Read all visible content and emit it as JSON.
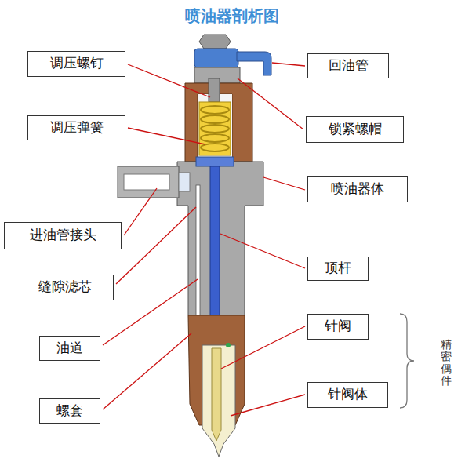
{
  "diagram": {
    "title": "喷油器剖析图",
    "nodes": [
      {
        "text": [
          "调压螺钉"
        ]
      },
      {
        "text": [
          "回油管"
        ]
      },
      {
        "text": [
          "调压弹簧"
        ]
      },
      {
        "text": [
          "锁紧螺帽"
        ]
      },
      {
        "text": [
          "喷油器体"
        ]
      },
      {
        "text": [
          "进油管接头"
        ]
      },
      {
        "text": [
          "顶杆"
        ]
      },
      {
        "text": [
          "缝隙滤芯"
        ]
      },
      {
        "text": [
          "针阀"
        ]
      },
      {
        "text": [
          "油道"
        ]
      },
      {
        "text": [
          "针阀体"
        ]
      },
      {
        "text": [
          "螺套"
        ]
      }
    ],
    "labels": [
      "精密偶件"
    ]
  }
}
